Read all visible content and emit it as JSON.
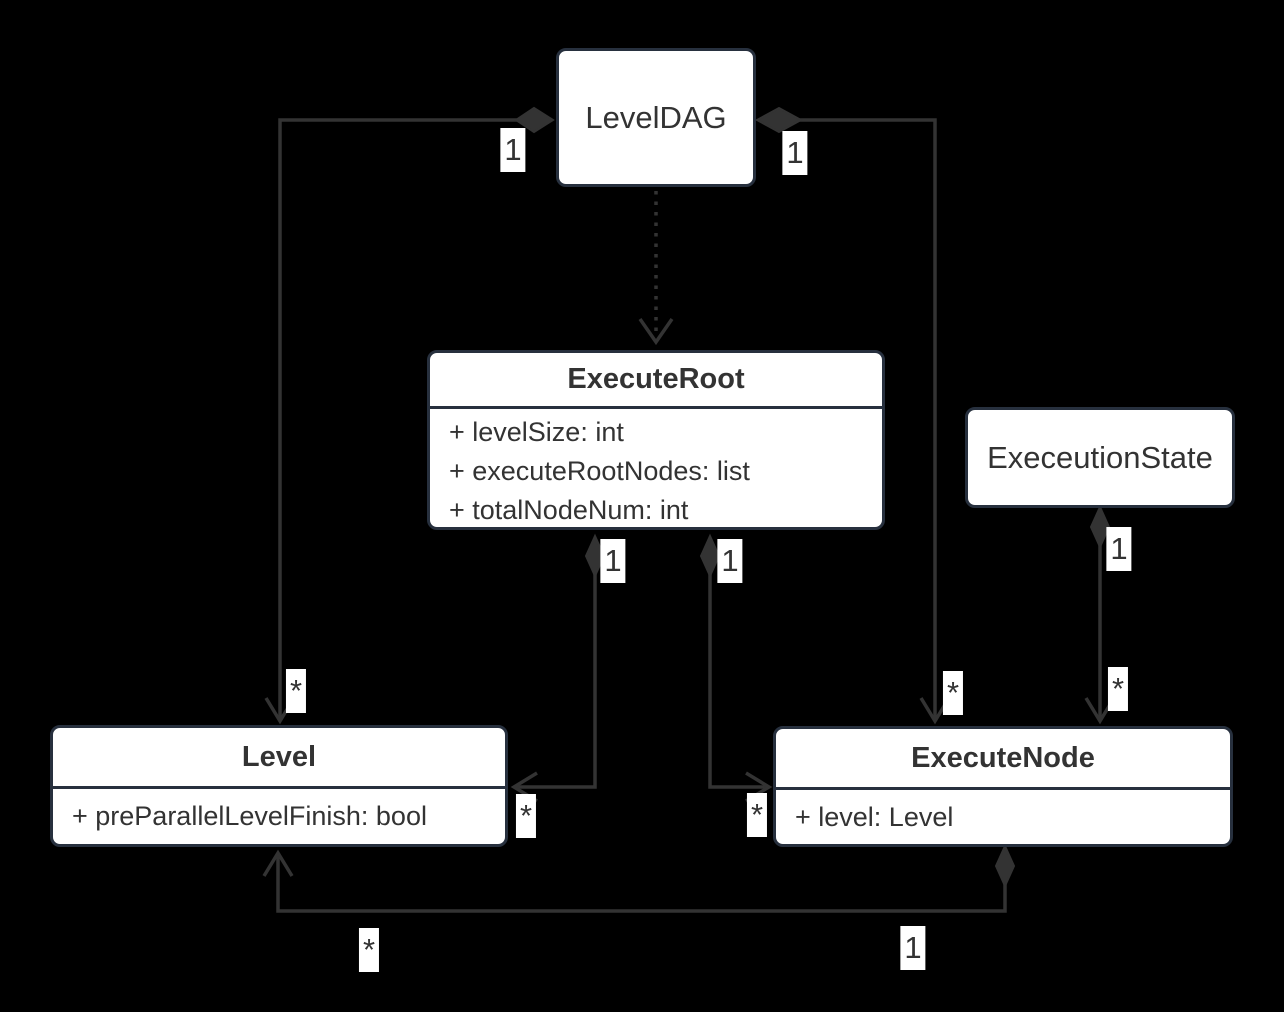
{
  "colors": {
    "background": "#000000",
    "node_fill": "#ffffff",
    "node_border": "#27303e",
    "edge": "#333333",
    "text": "#333333"
  },
  "classes": {
    "leveldag": {
      "name": "LevelDAG",
      "attributes": []
    },
    "executeroot": {
      "name": "ExecuteRoot",
      "attributes": [
        "+ levelSize: int",
        "+ executeRootNodes: list",
        "+ totalNodeNum: int"
      ]
    },
    "execeutionstate": {
      "name": "ExeceutionState",
      "attributes": []
    },
    "level": {
      "name": "Level",
      "attributes": [
        "+ preParallelLevelFinish: bool"
      ]
    },
    "executenode": {
      "name": "ExecuteNode",
      "attributes": [
        "+ level: Level"
      ]
    }
  },
  "edges": [
    {
      "from": "LevelDAG",
      "to": "Level",
      "type": "composition",
      "from_label": "1",
      "to_label": "*"
    },
    {
      "from": "LevelDAG",
      "to": "ExecuteNode",
      "type": "composition",
      "from_label": "1",
      "to_label": "*"
    },
    {
      "from": "LevelDAG",
      "to": "ExecuteRoot",
      "type": "dependency-dotted",
      "from_label": "",
      "to_label": ""
    },
    {
      "from": "ExecuteRoot",
      "to": "Level",
      "type": "composition",
      "from_label": "1",
      "to_label": "*"
    },
    {
      "from": "ExecuteRoot",
      "to": "ExecuteNode",
      "type": "composition",
      "from_label": "1",
      "to_label": "*"
    },
    {
      "from": "ExeceutionState",
      "to": "ExecuteNode",
      "type": "composition",
      "from_label": "1",
      "to_label": "*"
    },
    {
      "from": "ExecuteNode",
      "to": "Level",
      "type": "composition",
      "from_label": "1",
      "to_label": "*"
    }
  ]
}
